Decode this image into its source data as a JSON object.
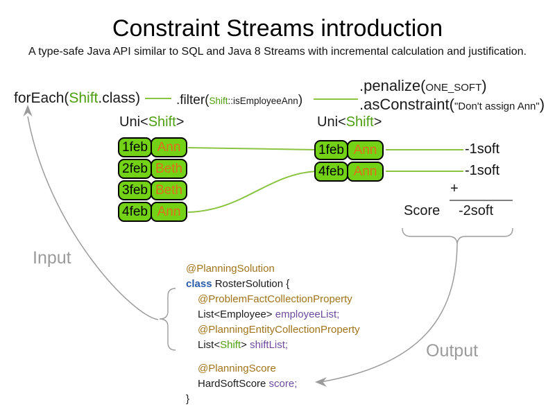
{
  "title": "Constraint Streams introduction",
  "subtitle": "A type-safe Java API similar to SQL and Java 8 Streams with incremental calculation and justification.",
  "expression": {
    "foreach": {
      "prefix": "forEach(",
      "type": "Shift",
      "suffix": ".class)"
    },
    "filter": {
      "prefix": ".filter(",
      "type": "Shift",
      "method": "::isEmployeeAnn",
      "suffix": ")"
    },
    "penalize": {
      "prefix": ".penalize(",
      "arg": "ONE_SOFT",
      "suffix": ")"
    },
    "asconstraint": {
      "prefix": ".asConstraint(",
      "arg": "\"Don't assign Ann\"",
      "suffix": ")"
    }
  },
  "streams": {
    "left": {
      "label": {
        "prefix": "Uni<",
        "type": "Shift",
        "suffix": ">"
      },
      "rows": [
        {
          "date": "1feb",
          "employee": "Ann"
        },
        {
          "date": "2feb",
          "employee": "Beth"
        },
        {
          "date": "3feb",
          "employee": "Beth"
        },
        {
          "date": "4feb",
          "employee": "Ann"
        }
      ]
    },
    "right": {
      "label": {
        "prefix": "Uni<",
        "type": "Shift",
        "suffix": ">"
      },
      "rows": [
        {
          "date": "1feb",
          "employee": "Ann",
          "penalty": "-1soft"
        },
        {
          "date": "4feb",
          "employee": "Ann",
          "penalty": "-1soft"
        }
      ]
    }
  },
  "score": {
    "plus": "+",
    "label": "Score",
    "total": "-2soft"
  },
  "flow": {
    "input": "Input",
    "output": "Output"
  },
  "code": {
    "annotation_solution": "@PlanningSolution",
    "keyword_class": "class",
    "class_name": " RosterSolution {",
    "annotation_problem_fact": "@ProblemFactCollectionProperty",
    "employee_field_type": "List<Employee> ",
    "employee_field_name": "employeeList;",
    "annotation_planning_entity": "@PlanningEntityCollectionProperty",
    "shift_field_prefix": "List<",
    "shift_field_type": "Shift",
    "shift_field_mid": "> ",
    "shift_field_name": "shiftList;",
    "annotation_planning_score": "@PlanningScore",
    "score_field_type": "HardSoftScore ",
    "score_field_name": "score;",
    "closing_brace": "}"
  },
  "colors": {
    "type_green": "#4d9e0e",
    "box_green": "#73d216",
    "connector_green": "#8ac441",
    "employee_orange": "#e0701a",
    "annotation_brown": "#a0741b",
    "keyword_blue": "#2a5caa",
    "field_purple": "#6d4a9e",
    "flow_gray": "#9b9b9b"
  }
}
